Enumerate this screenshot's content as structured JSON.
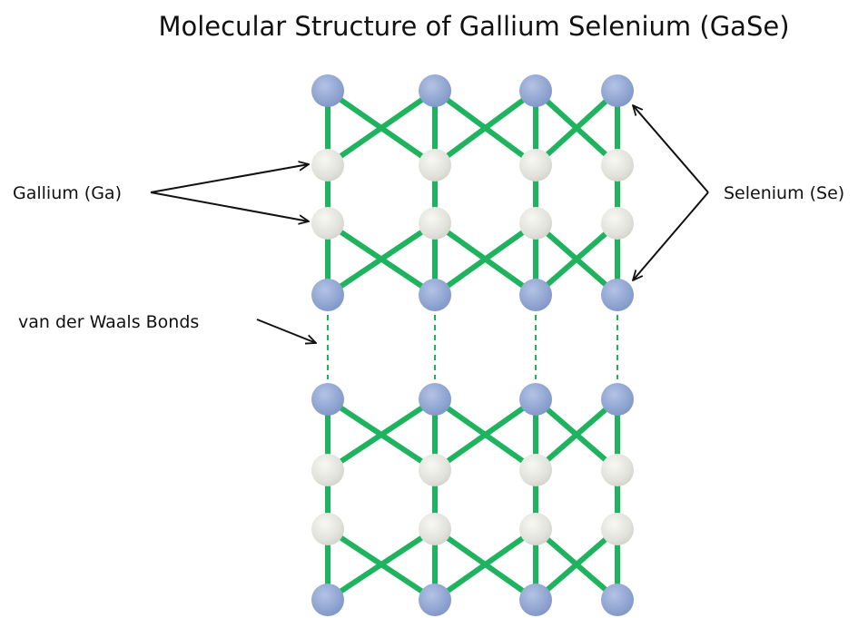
{
  "title": "Molecular Structure of Gallium Selenium (GaSe)",
  "labels": {
    "gallium": "Gallium (Ga)",
    "selenium": "Selenium (Se)",
    "van_der_waals": "van der Waals Bonds"
  },
  "colors": {
    "bond": "#1fb35f",
    "selenium_atom": "#93a7d2",
    "gallium_atom": "#e4e4de",
    "arrow": "#111111"
  },
  "structure": {
    "columns": 4,
    "layers": [
      {
        "atoms": [
          "Se",
          "Ga",
          "Ga",
          "Se"
        ]
      },
      {
        "atoms": [
          "Se",
          "Ga",
          "Ga",
          "Se"
        ]
      }
    ],
    "interlayer_bond": "van der Waals"
  }
}
